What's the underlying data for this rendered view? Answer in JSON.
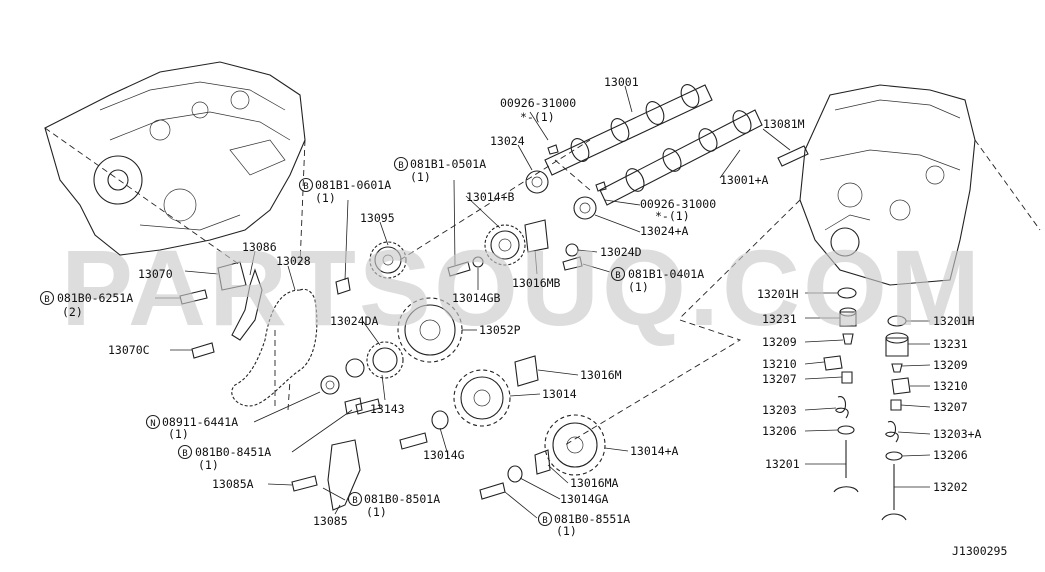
{
  "watermark": "PARTSOUQ.COM",
  "diagram_id": "J1300295",
  "colors": {
    "line": "#222222",
    "watermark": "#c8c8c8"
  },
  "labels": {
    "p13001": "13001",
    "p00926a": "00926-31000",
    "p00926a_qty": "*-(1)",
    "p13024": "13024",
    "p13081m": "13081M",
    "p13001a": "13001+A",
    "b0501a": "081B1-0501A",
    "b0501a_qty": "(1)",
    "p13014b": "13014+B",
    "p00926b": "00926-31000",
    "p00926b_qty": "*-(1)",
    "b0601a": "081B1-0601A",
    "b0601a_qty": "(1)",
    "p13024a": "13024+A",
    "p13095": "13095",
    "p13086": "13086",
    "p13024d": "13024D",
    "p13028": "13028",
    "p13070": "13070",
    "b0401a": "081B1-0401A",
    "b0401a_qty": "(1)",
    "p13016mb": "13016MB",
    "b6251a": "081B0-6251A",
    "b6251a_qty": "(2)",
    "p13014gb": "13014GB",
    "p13201h_l": "13201H",
    "p13024da": "13024DA",
    "p13231_l": "13231",
    "p13201h_r": "13201H",
    "p13052p": "13052P",
    "p13070c": "13070C",
    "p13209_l": "13209",
    "p13210_l": "13210",
    "p13231_r": "13231",
    "p13016m": "13016M",
    "p13207_l": "13207",
    "p13209_r": "13209",
    "p13014": "13014",
    "p13210_r": "13210",
    "p13143": "13143",
    "p13207_r": "13207",
    "n6441a": "08911-6441A",
    "n6441a_qty": "(1)",
    "p13203": "13203",
    "p13206_l": "13206",
    "p13203a": "13203+A",
    "b8451a": "081B0-8451A",
    "b8451a_qty": "(1)",
    "p13014g": "13014G",
    "p13014a": "13014+A",
    "p13206_r": "13206",
    "p13201": "13201",
    "p13016ma": "13016MA",
    "p13085a": "13085A",
    "p13202": "13202",
    "p13014ga": "13014GA",
    "b8501a": "081B0-8501A",
    "b8501a_qty": "(1)",
    "p13085": "13085",
    "b8551a": "081B0-8551A",
    "b8551a_qty": "(1)"
  },
  "markers": {
    "bolt": "B",
    "nut": "N"
  }
}
